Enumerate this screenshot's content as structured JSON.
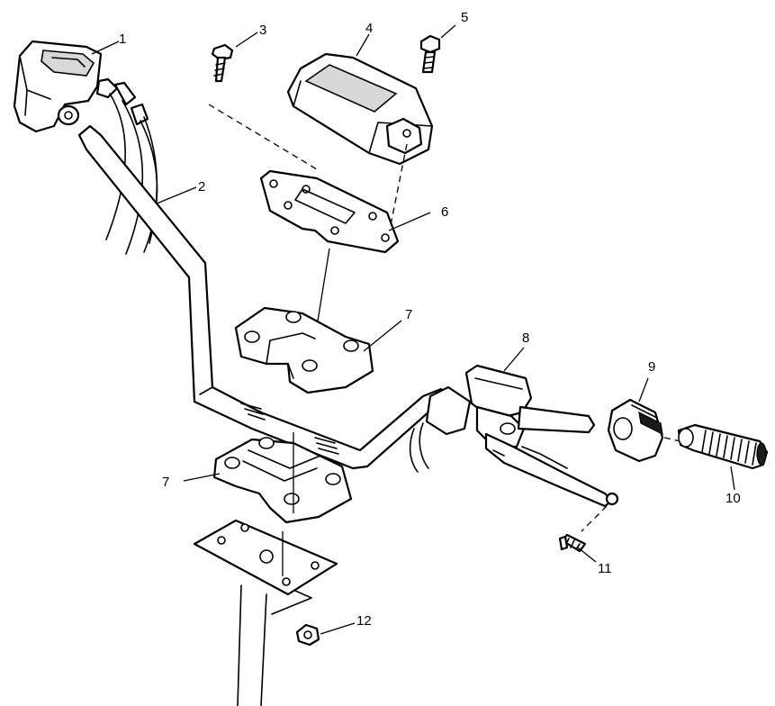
{
  "callouts": {
    "c1": "1",
    "c2": "2",
    "c3": "3",
    "c4": "4",
    "c5": "5",
    "c6": "6",
    "c7a": "7",
    "c7b": "7",
    "c8": "8",
    "c9": "9",
    "c10": "10",
    "c11": "11",
    "c12": "12"
  }
}
